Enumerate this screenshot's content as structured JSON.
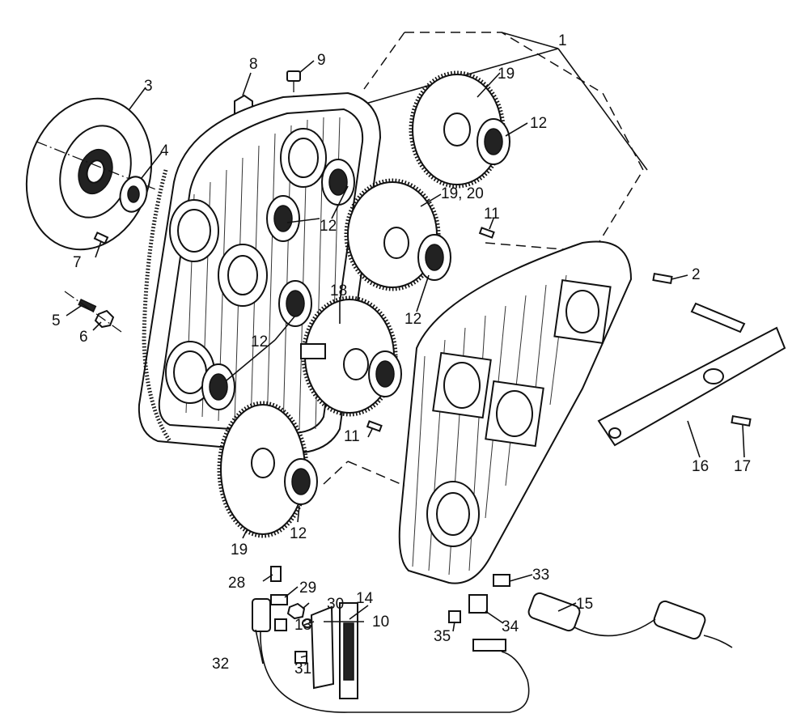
{
  "callouts": [
    {
      "id": "c1",
      "label": "1"
    },
    {
      "id": "c2",
      "label": "2"
    },
    {
      "id": "c3",
      "label": "3"
    },
    {
      "id": "c4",
      "label": "4"
    },
    {
      "id": "c5",
      "label": "5"
    },
    {
      "id": "c6",
      "label": "6"
    },
    {
      "id": "c7",
      "label": "7"
    },
    {
      "id": "c8",
      "label": "8"
    },
    {
      "id": "c9",
      "label": "9"
    },
    {
      "id": "c10",
      "label": "10"
    },
    {
      "id": "c11a",
      "label": "11"
    },
    {
      "id": "c11b",
      "label": "11"
    },
    {
      "id": "c12a",
      "label": "12"
    },
    {
      "id": "c12b",
      "label": "12"
    },
    {
      "id": "c12c",
      "label": "12"
    },
    {
      "id": "c12d",
      "label": "12"
    },
    {
      "id": "c12e",
      "label": "12"
    },
    {
      "id": "c13",
      "label": "13"
    },
    {
      "id": "c14",
      "label": "14"
    },
    {
      "id": "c15",
      "label": "15"
    },
    {
      "id": "c16",
      "label": "16"
    },
    {
      "id": "c17",
      "label": "17"
    },
    {
      "id": "c18",
      "label": "18"
    },
    {
      "id": "c19a",
      "label": "19"
    },
    {
      "id": "c19b",
      "label": "19"
    },
    {
      "id": "c1920",
      "label": "19, 20"
    },
    {
      "id": "c28",
      "label": "28"
    },
    {
      "id": "c29",
      "label": "29"
    },
    {
      "id": "c30",
      "label": "30"
    },
    {
      "id": "c31",
      "label": "31"
    },
    {
      "id": "c32",
      "label": "32"
    },
    {
      "id": "c33",
      "label": "33"
    },
    {
      "id": "c34",
      "label": "34"
    },
    {
      "id": "c35",
      "label": "35"
    }
  ]
}
